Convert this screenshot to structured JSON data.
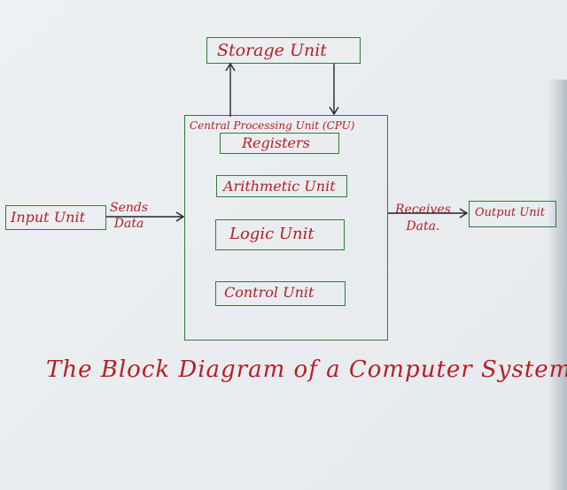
{
  "diagram": {
    "title": "The Block Diagram of a Computer System.",
    "blocks": {
      "storage_unit": "Storage Unit",
      "cpu": "Central Processing Unit (CPU)",
      "registers": "Registers",
      "arithmetic_unit": "Arithmetic Unit",
      "logic_unit": "Logic Unit",
      "control_unit": "Control Unit",
      "input_unit": "Input Unit",
      "output_unit": "Output Unit"
    },
    "edges": {
      "sends_data": "Sends\nData",
      "receives_data": "Receives\nData."
    },
    "colors": {
      "box_border": "#2f7a3b",
      "text": "#b51f24",
      "paper": "#eef1f4"
    }
  }
}
